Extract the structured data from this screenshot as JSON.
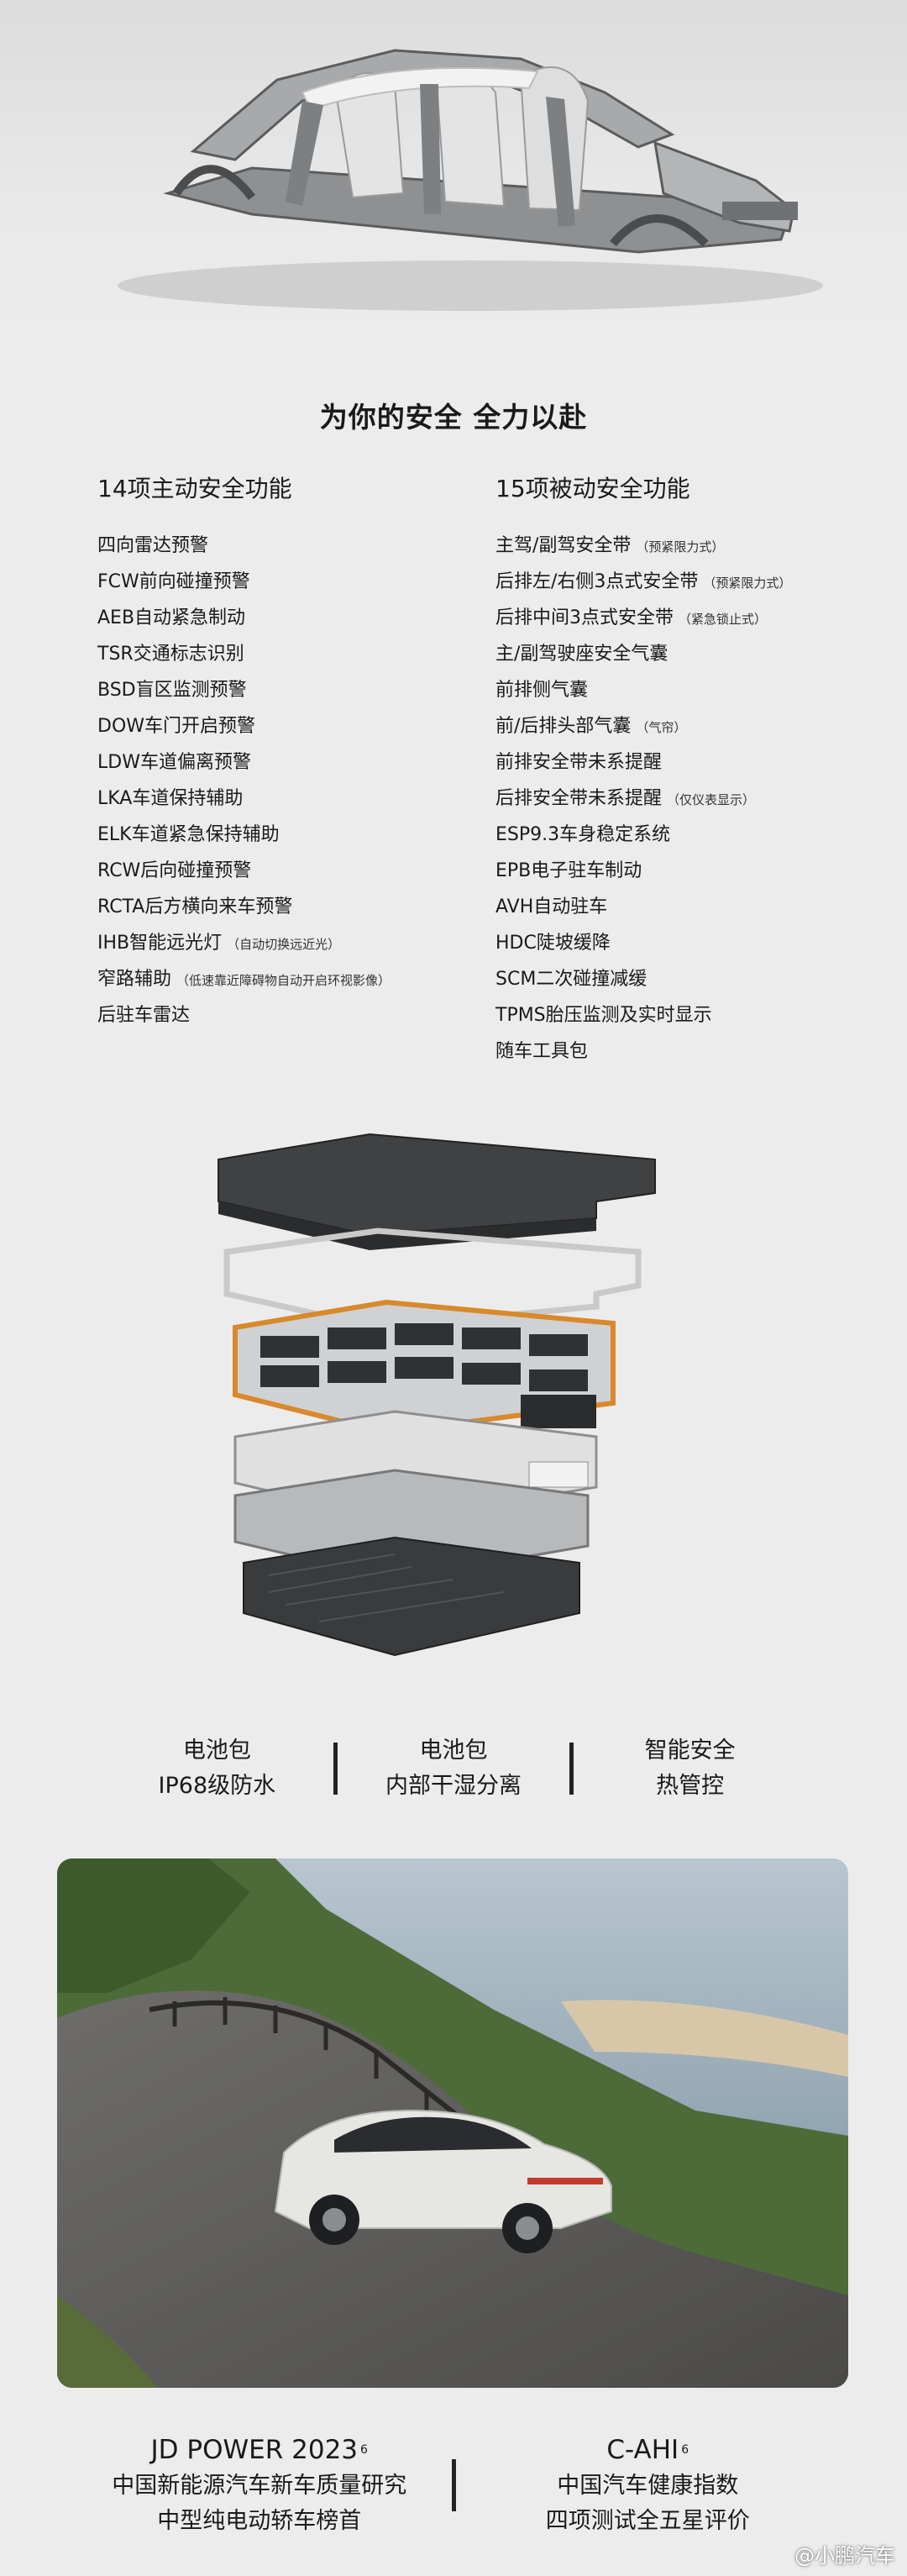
{
  "headline": "为你的安全 全力以赴",
  "active_safety": {
    "title": "14项主动安全功能",
    "items": [
      {
        "text": "四向雷达预警",
        "note": ""
      },
      {
        "text": "FCW前向碰撞预警",
        "note": ""
      },
      {
        "text": "AEB自动紧急制动",
        "note": ""
      },
      {
        "text": "TSR交通标志识别",
        "note": ""
      },
      {
        "text": "BSD盲区监测预警",
        "note": ""
      },
      {
        "text": "DOW车门开启预警",
        "note": ""
      },
      {
        "text": "LDW车道偏离预警",
        "note": ""
      },
      {
        "text": "LKA车道保持辅助",
        "note": ""
      },
      {
        "text": "ELK车道紧急保持辅助",
        "note": ""
      },
      {
        "text": "RCW后向碰撞预警",
        "note": ""
      },
      {
        "text": "RCTA后方横向来车预警",
        "note": ""
      },
      {
        "text": "IHB智能远光灯",
        "note": "（自动切换远近光）"
      },
      {
        "text": "窄路辅助",
        "note": "（低速靠近障碍物自动开启环视影像）"
      },
      {
        "text": "后驻车雷达",
        "note": ""
      }
    ]
  },
  "passive_safety": {
    "title": "15项被动安全功能",
    "items": [
      {
        "text": "主驾/副驾安全带",
        "note": "（预紧限力式）"
      },
      {
        "text": "后排左/右侧3点式安全带",
        "note": "（预紧限力式）"
      },
      {
        "text": "后排中间3点式安全带",
        "note": "（紧急锁止式）"
      },
      {
        "text": "主/副驾驶座安全气囊",
        "note": ""
      },
      {
        "text": "前排侧气囊",
        "note": ""
      },
      {
        "text": "前/后排头部气囊",
        "note": "（气帘）"
      },
      {
        "text": "前排安全带未系提醒",
        "note": ""
      },
      {
        "text": "后排安全带未系提醒",
        "note": "（仅仪表显示）"
      },
      {
        "text": "ESP9.3车身稳定系统",
        "note": ""
      },
      {
        "text": "EPB电子驻车制动",
        "note": ""
      },
      {
        "text": "AVH自动驻车",
        "note": ""
      },
      {
        "text": "HDC陡坡缓降",
        "note": ""
      },
      {
        "text": "SCM二次碰撞减缓",
        "note": ""
      },
      {
        "text": "TPMS胎压监测及实时显示",
        "note": ""
      },
      {
        "text": "随车工具包",
        "note": ""
      }
    ]
  },
  "battery_features": [
    {
      "line1": "电池包",
      "line2": "IP68级防水"
    },
    {
      "line1": "电池包",
      "line2": "内部干湿分离"
    },
    {
      "line1": "智能安全",
      "line2": "热管控"
    }
  ],
  "awards": [
    {
      "head": "JD POWER 2023",
      "sup": "6",
      "line1": "中国新能源汽车新车质量研究",
      "line2": "中型纯电动轿车榜首"
    },
    {
      "head": "C-AHI",
      "sup": "6",
      "line1": "中国汽车健康指数",
      "line2": "四项测试全五星评价"
    }
  ],
  "watermark": "@小鹏汽车",
  "colors": {
    "background": "#ececec",
    "text": "#1a1a1a",
    "battery_accent": "#d9892b"
  }
}
